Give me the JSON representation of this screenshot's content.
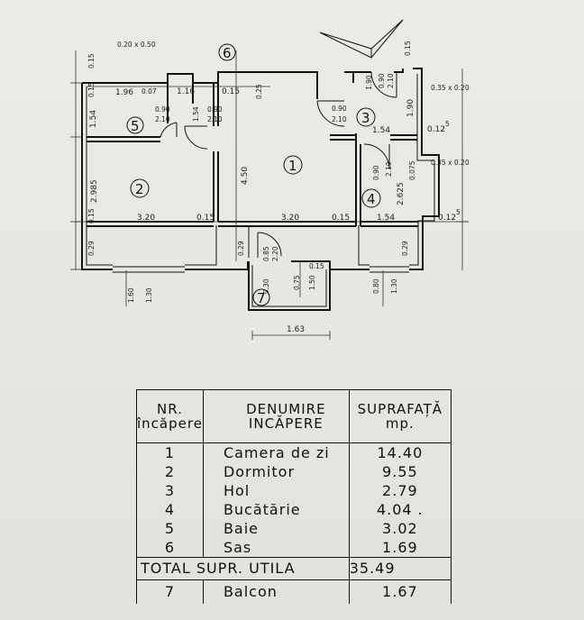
{
  "plan": {
    "rooms": [
      {
        "num": "1"
      },
      {
        "num": "2"
      },
      {
        "num": "3"
      },
      {
        "num": "4"
      },
      {
        "num": "5"
      },
      {
        "num": "6"
      },
      {
        "num": "7"
      }
    ],
    "dims": {
      "d_0_20x0_50": "0.20 x 0.50",
      "d_0_15_top_left": "0.15",
      "d_1_96": "1.96",
      "d_0_07": "0.07",
      "d_1_16": "1.16",
      "d_1_54_a": "1.54",
      "d_0_15_mid": "0.15",
      "d_0_25": "0.25",
      "d_0_15_left": "0.15",
      "d_1_54_left": "1.54",
      "d_0_90_210_a": "0.90",
      "d_2_10_a": "2.10",
      "d_0_90_210_b": "0.90",
      "d_2_10_b": "2.10",
      "d_0_90_210_c": "0.90",
      "d_2_10_c": "2.10",
      "d_1_54_hol": "1.54",
      "d_1_90": "1.90",
      "d_0_12_5_a": "0.12",
      "d_0_12_5_b": "0.12",
      "d_5_sup": "5",
      "d_0_35x0_20_a": "0.35 x 0.20",
      "d_0_35x0_20_b": "0.35 x 0.20",
      "d_0_90_c": "0.90",
      "d_2_10_v1": "2.10",
      "d_0_90_v2": "0.90",
      "d_2_10_v2": "2.10",
      "d_0_075": "0.075",
      "d_2_985": "2.985",
      "d_4_50": "4.50",
      "d_2_625": "2.625",
      "d_0_15_bl": "0.15",
      "d_3_20_a": "3.20",
      "d_0_15_b": "0.15",
      "d_3_20_b": "3.20",
      "d_0_15_c": "0.15",
      "d_1_54_b": "1.54",
      "d_0_29_a": "0.29",
      "d_0_29_b": "0.29",
      "d_0_29_c": "0.29",
      "d_0_85": "0.85",
      "d_2_20": "2.20",
      "d_0_15_d": "0.15",
      "d_1_60": "1.60",
      "d_1_30_a": "1.30",
      "d_0_30": "0.30",
      "d_0_75": "0.75",
      "d_1_50": "1.50",
      "d_0_80": "0.80",
      "d_1_30_b": "1.30",
      "d_1_63": "1.63",
      "d_1_90_v": "1.90",
      "d_0_15_vr": "0.15"
    }
  },
  "table": {
    "header": {
      "col1_line1": "NR.",
      "col1_line2": "încăpere",
      "col2_line1": "DENUMIRE",
      "col2_line2": "INCĂPERE",
      "col3_line1": "SUPRAFAȚĂ",
      "col3_line2": "mp."
    },
    "rows": [
      {
        "nr": "1",
        "name": "Camera de zi",
        "area": "14.40"
      },
      {
        "nr": "2",
        "name": "Dormitor",
        "area": "9.55"
      },
      {
        "nr": "3",
        "name": "Hol",
        "area": "2.79"
      },
      {
        "nr": "4",
        "name": "Bucătărie",
        "area": "4.04 ."
      },
      {
        "nr": "5",
        "name": "Baie",
        "area": "3.02"
      },
      {
        "nr": "6",
        "name": "Sas",
        "area": "1.69"
      }
    ],
    "total": {
      "label": "TOTAL SUPR. UTILA",
      "value": "35.49"
    },
    "partial_row": {
      "nr": "7",
      "name": "Balcon",
      "area": "1.67"
    }
  }
}
